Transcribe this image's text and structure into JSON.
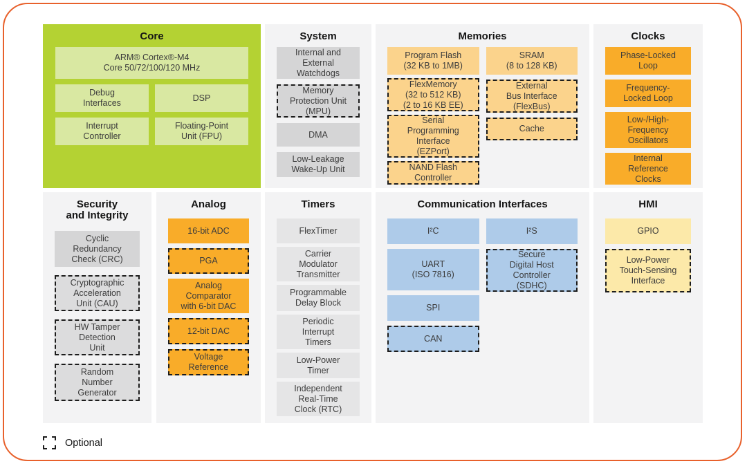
{
  "diagram": {
    "legend_label": "Optional",
    "colors": {
      "frame_border": "#E8612C",
      "core_bg": "#B4D233",
      "core_block": "#D9E8A2",
      "section_bg": "#F3F3F4",
      "system_block_gray": "#D5D5D6",
      "security_dashed_gray": "#DCDCDD",
      "timers_block_gray": "#E5E5E6",
      "memories_block_sand": "#FBD38C",
      "clocks_analog_amber": "#F9AC29",
      "comm_block_blue": "#AECBE9",
      "hmi_block_yellow": "#FCE9A9",
      "optional_dash_border": "#1C1C1C"
    },
    "sections": {
      "core": {
        "title": "Core",
        "blocks": {
          "arm": "ARM® Cortex®-M4\nCore 50/72/100/120 MHz",
          "debug": "Debug\nInterfaces",
          "dsp": "DSP",
          "interrupt": "Interrupt\nController",
          "fpu": "Floating-Point\nUnit (FPU)"
        }
      },
      "system": {
        "title": "System",
        "blocks": {
          "watchdogs": "Internal and\nExternal\nWatchdogs",
          "mpu": "Memory\nProtection Unit\n(MPU)",
          "dma": "DMA",
          "llwu": "Low-Leakage\nWake-Up Unit"
        }
      },
      "memories": {
        "title": "Memories",
        "blocks": {
          "program_flash": "Program Flash\n(32 KB to 1MB)",
          "flexmemory": "FlexMemory\n(32 to 512 KB)\n(2 to 16 KB EE)",
          "ezport": "Serial\nProgramming\nInterface\n(EZPort)",
          "nand": "NAND Flash\nController",
          "sram": "SRAM\n(8 to 128 KB)",
          "flexbus": "External\nBus Interface\n(FlexBus)",
          "cache": "Cache"
        }
      },
      "clocks": {
        "title": "Clocks",
        "blocks": {
          "pll": "Phase-Locked\nLoop",
          "fll": "Frequency-\nLocked Loop",
          "osc": "Low-/High-\nFrequency\nOscillators",
          "irc": "Internal\nReference\nClocks"
        }
      },
      "security": {
        "title": "Security\nand Integrity",
        "blocks": {
          "crc": "Cyclic\nRedundancy\nCheck (CRC)",
          "cau": "Cryptographic\nAcceleration\nUnit (CAU)",
          "tamper": "HW Tamper\nDetection\nUnit",
          "rng": "Random\nNumber\nGenerator"
        }
      },
      "analog": {
        "title": "Analog",
        "blocks": {
          "adc": "16-bit ADC",
          "pga": "PGA",
          "cmp": "Analog\nComparator\nwith 6-bit DAC",
          "dac": "12-bit DAC",
          "vref": "Voltage\nReference"
        }
      },
      "timers": {
        "title": "Timers",
        "blocks": {
          "flextimer": "FlexTimer",
          "cmt": "Carrier\nModulator\nTransmitter",
          "pdb": "Programmable\nDelay Block",
          "pit": "Periodic\nInterrupt\nTimers",
          "lptmr": "Low-Power\nTimer",
          "rtc": "Independent\nReal-Time\nClock (RTC)"
        }
      },
      "comm": {
        "title": "Communication Interfaces",
        "blocks": {
          "i2c": "I²C",
          "uart": "UART\n(ISO 7816)",
          "spi": "SPI",
          "can": "CAN",
          "i2s": "I²S",
          "sdhc": "Secure\nDigital Host\nController\n(SDHC)"
        }
      },
      "hmi": {
        "title": "HMI",
        "blocks": {
          "gpio": "GPIO",
          "tsi": "Low-Power\nTouch-Sensing\nInterface"
        }
      }
    }
  }
}
